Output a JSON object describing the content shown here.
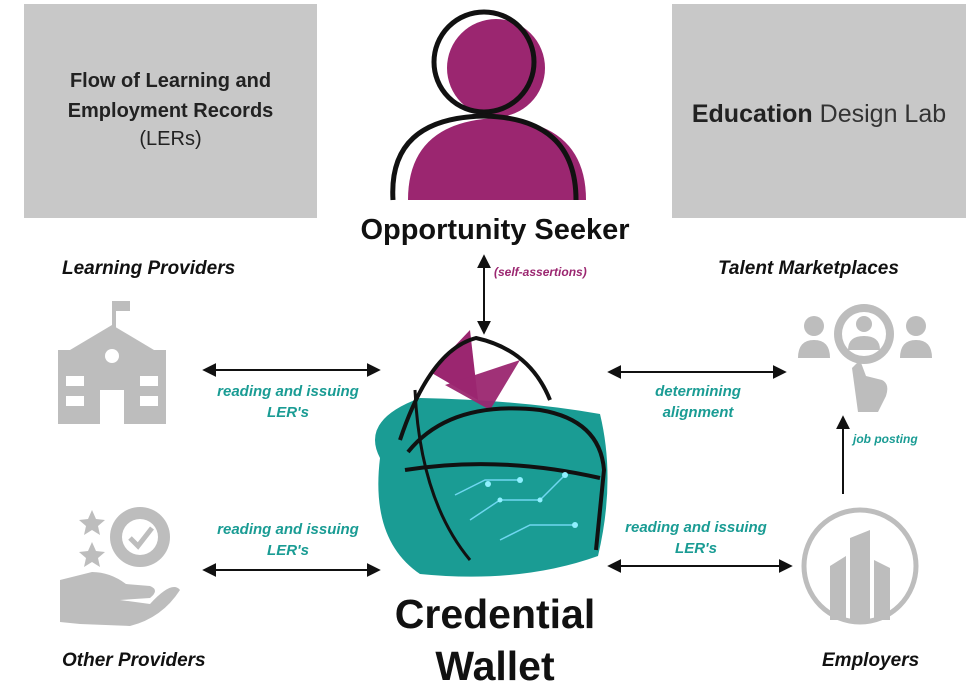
{
  "title_box": {
    "line1": "Flow of Learning and",
    "line2": "Employment Records",
    "line3": "(LERs)"
  },
  "brand": {
    "bold": "Education",
    "rest": "Design Lab"
  },
  "center": {
    "seeker": "Opportunity Seeker",
    "wallet_line1": "Credential",
    "wallet_line2": "Wallet"
  },
  "nodes": {
    "learning_providers": "Learning Providers",
    "talent_marketplaces": "Talent Marketplaces",
    "other_providers": "Other Providers",
    "employers": "Employers"
  },
  "edges": {
    "self_assertions": "(self-assertions)",
    "left_top_line1": "reading and issuing",
    "left_top_line2": "LER's",
    "right_top_line1": "determining",
    "right_top_line2": "alignment",
    "left_bottom_line1": "reading and issuing",
    "left_bottom_line2": "LER's",
    "right_bottom_line1": "reading and issuing",
    "right_bottom_line2": "LER's",
    "job_posting": "job posting"
  },
  "colors": {
    "purple": "#9b2670",
    "teal": "#1a9c94",
    "gray_box": "#c8c8c8",
    "icon_gray": "#bdbdbd"
  }
}
